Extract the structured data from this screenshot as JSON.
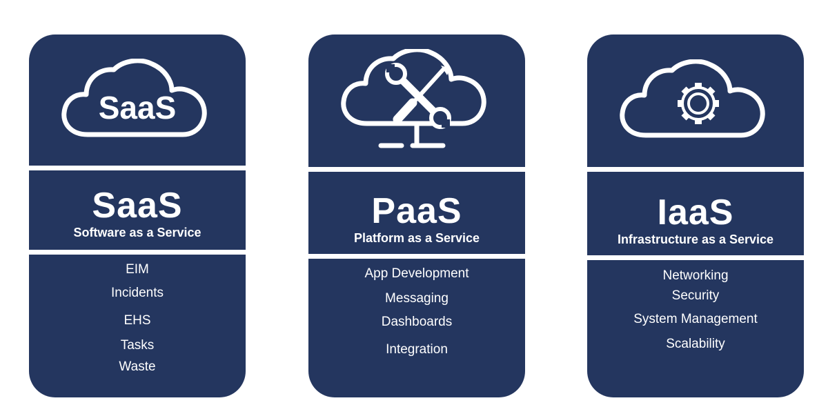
{
  "colors": {
    "card_bg": "#24365f",
    "foreground": "#ffffff"
  },
  "cards": [
    {
      "icon": "cloud-saas-icon",
      "icon_text": "SaaS",
      "title": "SaaS",
      "subtitle": "Software as a Service",
      "features": [
        "EIM",
        "Incidents",
        "EHS",
        "Tasks",
        "Waste"
      ]
    },
    {
      "icon": "cloud-tools-monitor-icon",
      "title": "PaaS",
      "subtitle": "Platform as a Service",
      "features": [
        "App Development",
        "Messaging",
        "Dashboards",
        "Integration"
      ]
    },
    {
      "icon": "cloud-gear-icon",
      "title": "IaaS",
      "subtitle": "Infrastructure as a Service",
      "features": [
        "Networking",
        "Security",
        "System Management",
        "Scalability"
      ]
    }
  ]
}
